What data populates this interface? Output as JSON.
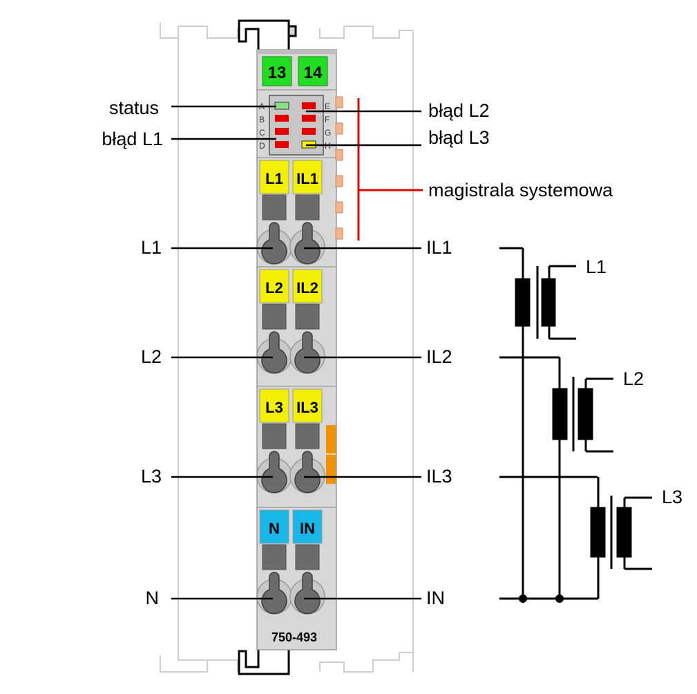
{
  "module": {
    "part_number": "750-493",
    "top_terminals": [
      "13",
      "14"
    ],
    "led_letters_left": [
      "A",
      "B",
      "C",
      "D"
    ],
    "led_letters_right": [
      "E",
      "F",
      "G",
      "H"
    ],
    "terminal_groups": [
      {
        "left": "L1",
        "right": "IL1",
        "color": "#f2ef00"
      },
      {
        "left": "L2",
        "right": "IL2",
        "color": "#f2ef00"
      },
      {
        "left": "L3",
        "right": "IL3",
        "color": "#f2ef00"
      },
      {
        "left": "N",
        "right": "IN",
        "color": "#19b7e8"
      }
    ],
    "colors": {
      "housing": "#d7d7d7",
      "top_terminal": "#22dd22",
      "led_red": "#e30000",
      "led_green": "#88e388",
      "led_yellow": "#f5f100",
      "bus_contact": "#f4b38a",
      "side_strip": "#f39200",
      "bus_line": "#e30000"
    }
  },
  "labels": {
    "status": "status",
    "error_l1": "błąd L1",
    "error_l2": "błąd L2",
    "error_l3": "błąd L3",
    "system_bus": "magistrala systemowa",
    "left_terminals": [
      "L1",
      "L2",
      "L3",
      "N"
    ],
    "right_terminals": [
      "IL1",
      "IL2",
      "IL3",
      "IN"
    ]
  },
  "schematic": {
    "phases": [
      "L1",
      "L2",
      "L3"
    ]
  }
}
